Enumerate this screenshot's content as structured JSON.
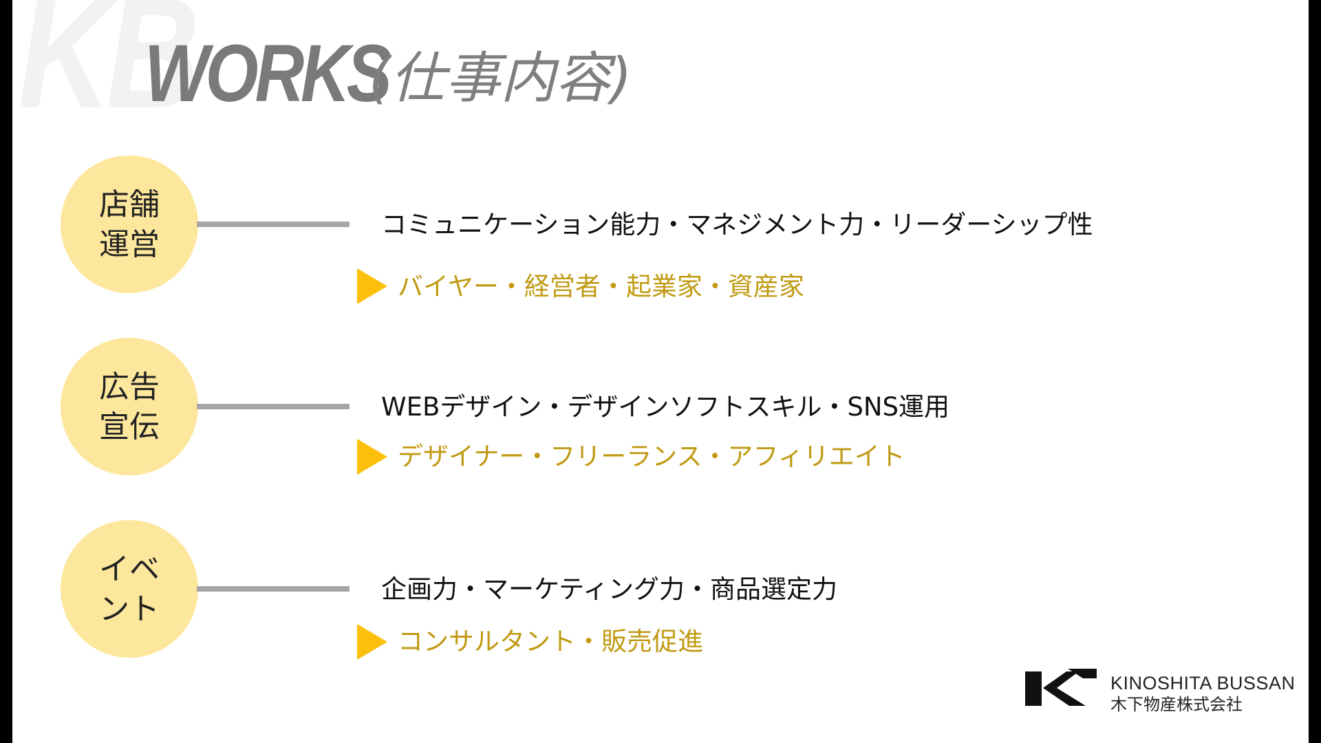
{
  "header": {
    "watermark": "KB",
    "title": "WORKS",
    "subtitle": "(仕事内容)"
  },
  "rows": [
    {
      "category_line1": "店舗",
      "category_line2": "運営",
      "skills": "コミュニケーション能力・マネジメント力・リーダーシップ性",
      "careers": "バイヤー・経営者・起業家・資産家"
    },
    {
      "category_line1": "広告",
      "category_line2": "宣伝",
      "skills": "WEBデザイン・デザインソフトスキル・SNS運用",
      "careers": "デザイナー・フリーランス・アフィリエイト"
    },
    {
      "category_line1": "イベ",
      "category_line2": "ント",
      "skills": "企画力・マーケティング力・商品選定力",
      "careers": "コンサルタント・販売促進"
    }
  ],
  "logo": {
    "name_en": "KINOSHITA BUSSAN",
    "name_ja": "木下物産株式会社"
  },
  "colors": {
    "circle": "#fde79c",
    "arrow": "#fbbf0c",
    "career_text": "#c09a12",
    "connector": "#a6a6a6",
    "title": "#7a7a7a"
  }
}
